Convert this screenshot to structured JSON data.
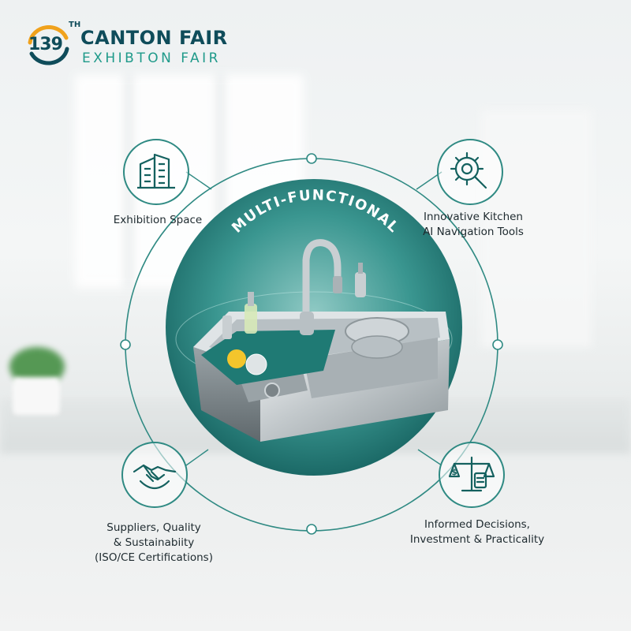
{
  "logo": {
    "number": "139",
    "superscript": "TH",
    "title": "CANTON FAIR",
    "subtitle": "EXHIBTON FAIR"
  },
  "center": {
    "headline": "MULTI-FUNCTIONAL",
    "image": "stainless-steel-kitchen-sink"
  },
  "features": [
    {
      "icon": "building-icon",
      "lines": [
        "Exhibition Space"
      ]
    },
    {
      "icon": "gear-search-icon",
      "lines": [
        "Innovative Kitchen",
        "AI Navigation Tools"
      ]
    },
    {
      "icon": "handshake-shield-icon",
      "lines": [
        "Suppliers, Quality",
        "& Sustainabiity",
        "(ISO/CE Certifications)"
      ]
    },
    {
      "icon": "balance-scale-icon",
      "lines": [
        "Informed Decisions,",
        "Investment & Practicality"
      ]
    }
  ],
  "colors": {
    "teal": "#1f8a84",
    "teal_dark": "#14615f",
    "navy": "#0f4c5a",
    "accent_orange": "#f0a21c"
  }
}
